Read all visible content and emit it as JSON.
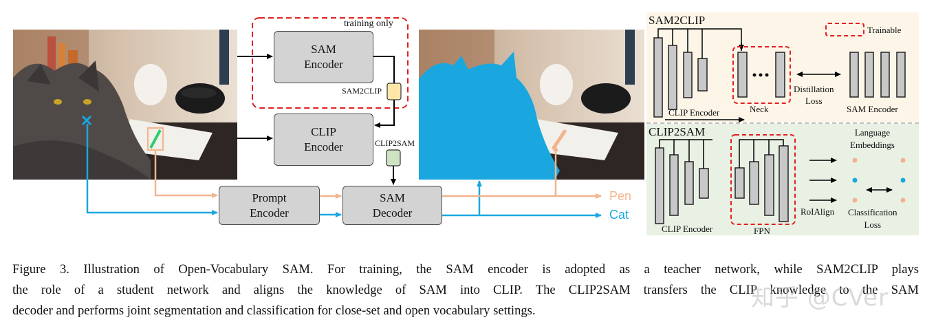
{
  "figure": {
    "main": {
      "training_only": "training only",
      "sam_encoder": [
        "SAM",
        "Encoder"
      ],
      "clip_encoder": [
        "CLIP",
        "Encoder"
      ],
      "prompt_encoder": [
        "Prompt",
        "Encoder"
      ],
      "sam_decoder": [
        "SAM",
        "Decoder"
      ],
      "sam2clip_adapter": "SAM2CLIP",
      "clip2sam_adapter": "CLIP2SAM",
      "output_pen": "Pen",
      "output_cat": "Cat",
      "colors": {
        "point": "#1aa7e0",
        "box": "#f2b48d",
        "trainable": "#e02020",
        "mask": "#1aa7e0"
      }
    },
    "sam2clip_panel": {
      "title": "SAM2CLIP",
      "legend": "Trainable",
      "clip_encoder": "CLIP Encoder",
      "neck": "Neck",
      "loss": [
        "Distillation",
        "Loss"
      ],
      "sam_encoder": "SAM Encoder",
      "background": "#fdf6e8"
    },
    "clip2sam_panel": {
      "title": "CLIP2SAM",
      "language": [
        "Language",
        "Embeddings"
      ],
      "clip_encoder": "CLIP Encoder",
      "fpn": "FPN",
      "roialign": "RoIAlign",
      "loss": [
        "Classification",
        "Loss"
      ],
      "background": "#e8f1e4"
    }
  },
  "caption": {
    "lines": [
      "Figure 3. Illustration of Open-Vocabulary SAM. For training, the SAM encoder is adopted as a teacher network, while SAM2CLIP plays",
      "the role of a student network and aligns the knowledge of SAM into CLIP. The CLIP2SAM transfers the CLIP knowledge to the SAM",
      "decoder and performs joint segmentation and classification for close-set and open vocabulary settings."
    ]
  },
  "watermark": "知乎 @CVer"
}
